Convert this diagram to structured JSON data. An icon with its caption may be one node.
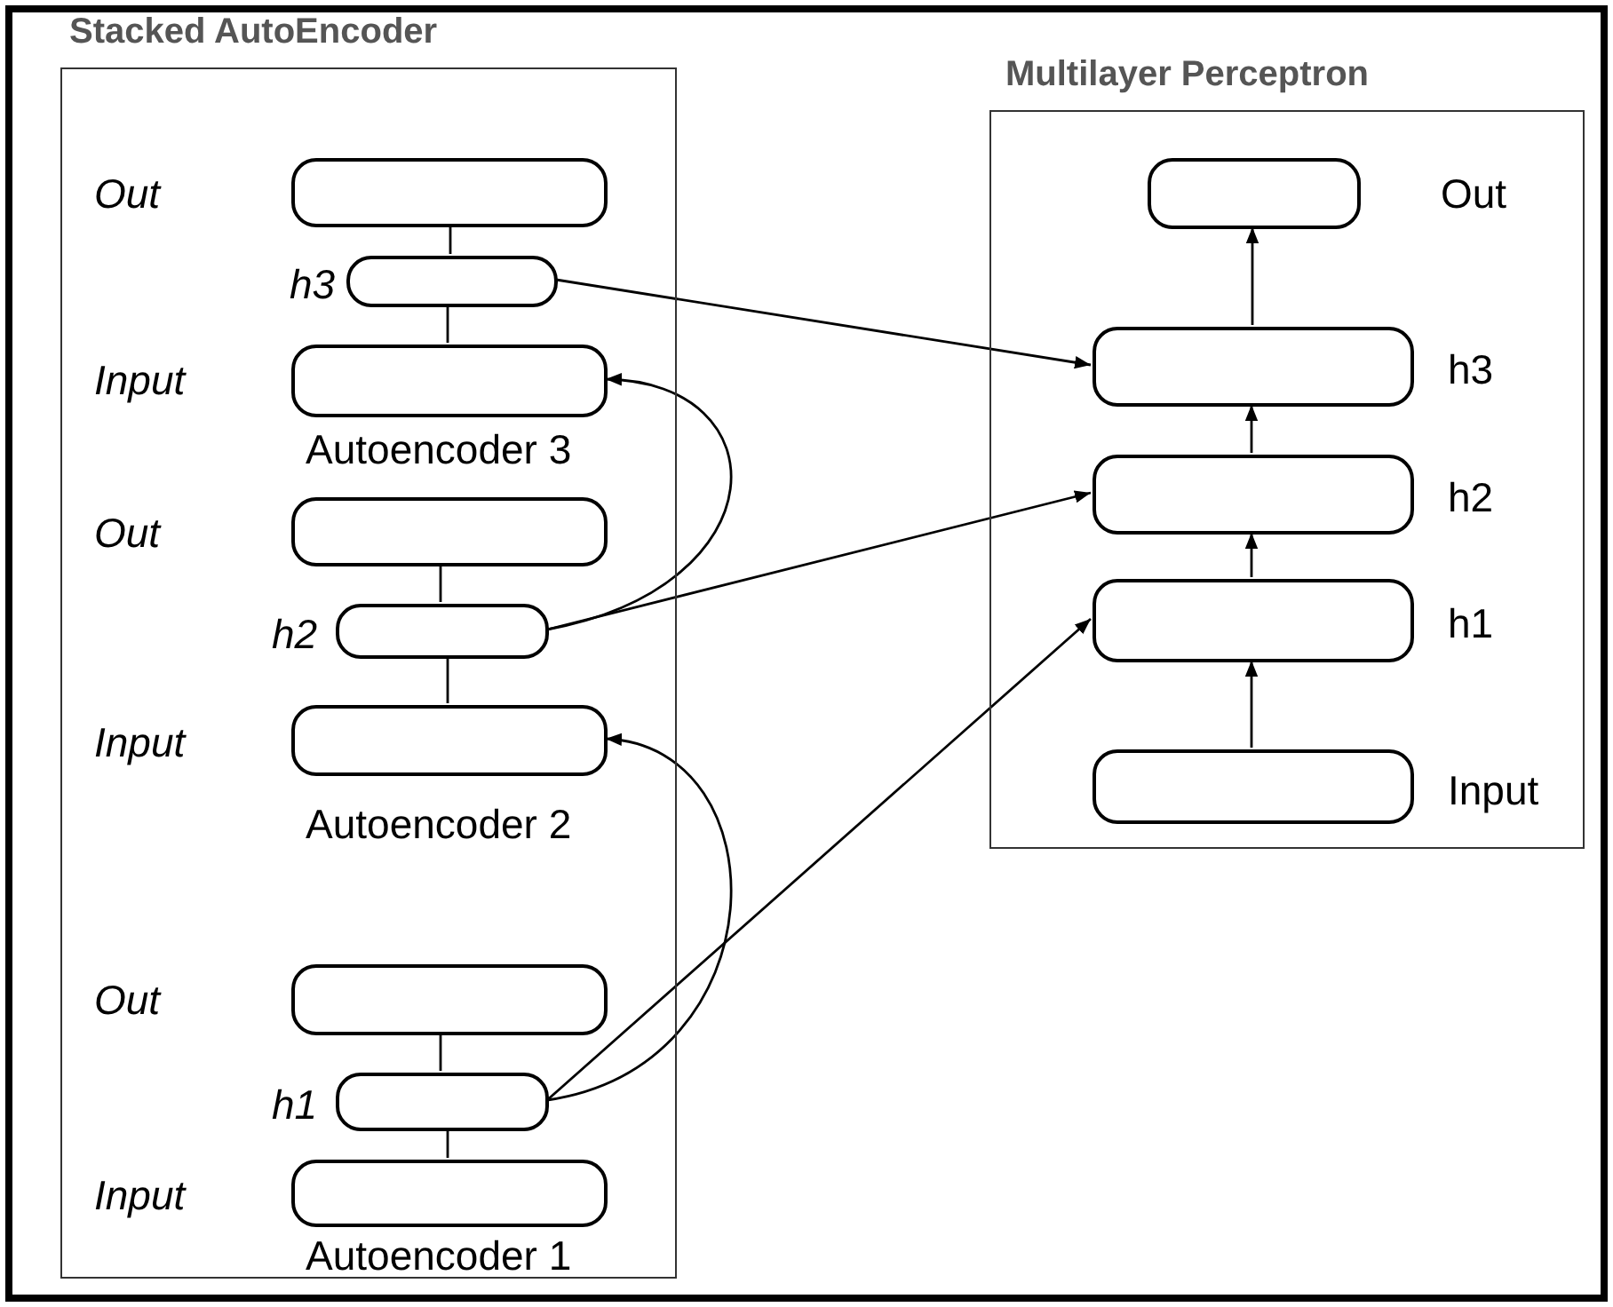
{
  "diagram": {
    "nodes": [
      {
        "text": [
          "Stacked AutoEncoder"
        ]
      },
      {
        "text": [
          "Multilayer Perceptron"
        ]
      },
      {
        "text": [],
        "shape": "box",
        "in": 0,
        "beside": [
          "Out"
        ]
      },
      {
        "text": [],
        "shape": "box",
        "in": 0,
        "beside": [
          "h3"
        ]
      },
      {
        "text": [],
        "shape": "box",
        "in": 0,
        "beside": [
          "Input",
          "Autoencoder 3"
        ]
      },
      {
        "text": [],
        "shape": "box",
        "in": 0,
        "beside": [
          "Out"
        ]
      },
      {
        "text": [],
        "shape": "box",
        "in": 0,
        "beside": [
          "h2"
        ]
      },
      {
        "text": [],
        "shape": "box",
        "in": 0,
        "beside": [
          "Input",
          "Autoencoder 2"
        ]
      },
      {
        "text": [],
        "shape": "box",
        "in": 0,
        "beside": [
          "Out"
        ]
      },
      {
        "text": [],
        "shape": "box",
        "in": 0,
        "beside": [
          "h1"
        ]
      },
      {
        "text": [],
        "shape": "box",
        "in": 0,
        "beside": [
          "Input",
          "Autoencoder 1"
        ]
      },
      {
        "text": [],
        "shape": "box",
        "in": 1,
        "beside": [
          "Out"
        ]
      },
      {
        "text": [],
        "shape": "box",
        "in": 1,
        "beside": [
          "h3"
        ]
      },
      {
        "text": [],
        "shape": "box",
        "in": 1,
        "beside": [
          "h2"
        ]
      },
      {
        "text": [],
        "shape": "box",
        "in": 1,
        "beside": [
          "h1"
        ]
      },
      {
        "text": [],
        "shape": "box",
        "in": 1,
        "beside": [
          "Input"
        ]
      }
    ],
    "edges": [
      {
        "from": 2,
        "to": 3,
        "arrow": "none"
      },
      {
        "from": 3,
        "to": 4,
        "arrow": "none"
      },
      {
        "from": 5,
        "to": 6,
        "arrow": "none"
      },
      {
        "from": 6,
        "to": 7,
        "arrow": "none"
      },
      {
        "from": 8,
        "to": 9,
        "arrow": "none"
      },
      {
        "from": 9,
        "to": 10,
        "arrow": "none"
      },
      {
        "from": 3,
        "to": 12,
        "arrow": "to"
      },
      {
        "from": 6,
        "to": 4,
        "arrow": "to"
      },
      {
        "from": 6,
        "to": 13,
        "arrow": "to"
      },
      {
        "from": 9,
        "to": 7,
        "arrow": "to"
      },
      {
        "from": 9,
        "to": 14,
        "arrow": "to"
      },
      {
        "from": 15,
        "to": 14,
        "arrow": "to"
      },
      {
        "from": 14,
        "to": 13,
        "arrow": "to"
      },
      {
        "from": 13,
        "to": 12,
        "arrow": "to"
      },
      {
        "from": 12,
        "to": 11,
        "arrow": "to"
      }
    ]
  }
}
